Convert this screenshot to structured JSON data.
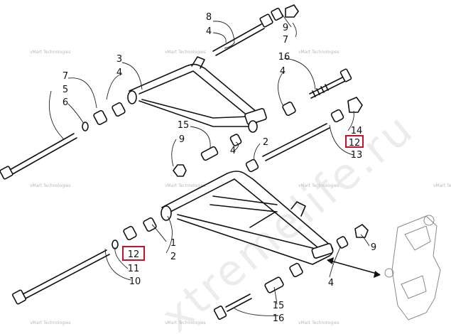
{
  "watermark": {
    "big_text": "xtremelife.ru",
    "small_text": "vMart Technologies"
  },
  "callouts": {
    "c8a": "8",
    "c4a": "4",
    "c9a": "9",
    "c7a": "7",
    "c3": "3",
    "c4b": "4",
    "c16a": "16",
    "c4c": "4",
    "c7b": "7",
    "c5": "5",
    "c6": "6",
    "c15a": "15",
    "c9b": "9",
    "c4d": "4",
    "c2a": "2",
    "c14": "14",
    "c12a": "12",
    "c13": "13",
    "c1": "1",
    "c2b": "2",
    "c12b": "12",
    "c11": "11",
    "c10": "10",
    "c9c": "9",
    "c4e": "4",
    "c15b": "15",
    "c16b": "16"
  },
  "highlighted_callouts": [
    "c12a",
    "c12b"
  ],
  "colors": {
    "line": "#111111",
    "highlight": "#c8102e",
    "watermark": "#ececec"
  }
}
